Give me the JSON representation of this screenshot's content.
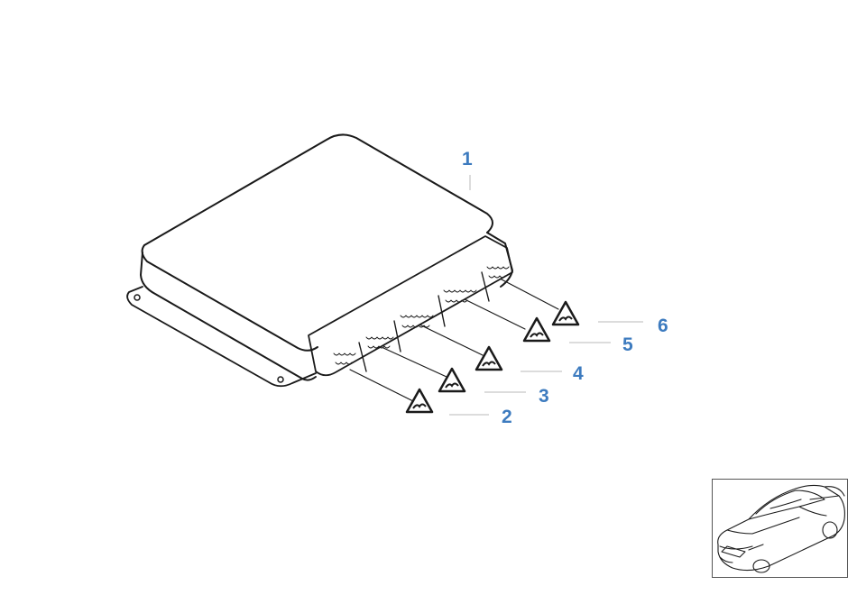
{
  "diagram": {
    "callouts": [
      {
        "id": "c1",
        "label": "1"
      },
      {
        "id": "c2",
        "label": "2"
      },
      {
        "id": "c3",
        "label": "3"
      },
      {
        "id": "c4",
        "label": "4"
      },
      {
        "id": "c5",
        "label": "5"
      },
      {
        "id": "c6",
        "label": "6"
      }
    ],
    "callout_color": "#3d7bbf",
    "line_color": "#1a1a1a",
    "leader_color": "#b9b9b9"
  },
  "icons": {
    "component": "engine-control-unit-icon",
    "warning": "warning-triangle-icon",
    "vehicle": "car-thumbnail-icon"
  }
}
